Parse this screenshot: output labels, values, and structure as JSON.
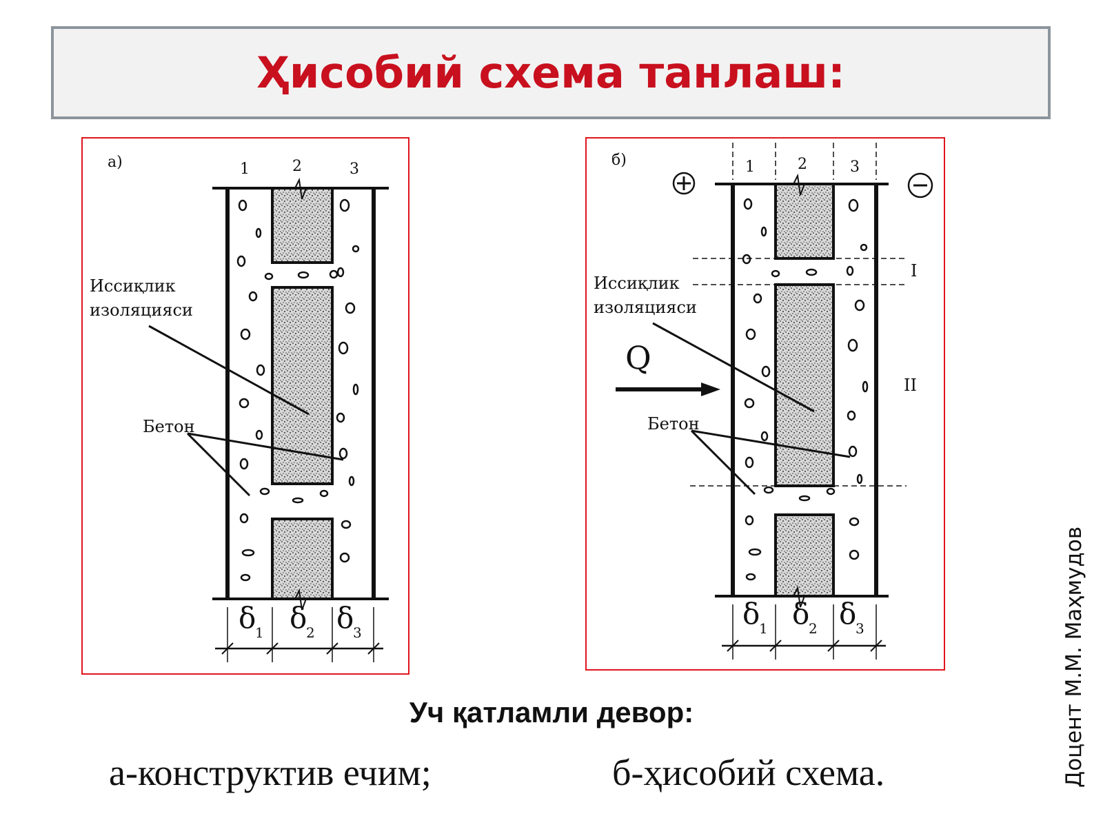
{
  "title": "Ҳисобий схема танлаш:",
  "colors": {
    "title": "#c8101e",
    "panel_border": "#e0141c",
    "title_box_border": "#8c949c",
    "title_box_fill": "#f2f2f2"
  },
  "diagram_a": {
    "label": "а)",
    "layer_numbers": [
      "1",
      "2",
      "3"
    ],
    "insulation_label": [
      "Иссиқлик",
      "изоляцияси"
    ],
    "concrete_label": "Бетон",
    "thickness_labels": [
      {
        "symbol": "δ",
        "sub": "1"
      },
      {
        "symbol": "δ",
        "sub": "2"
      },
      {
        "symbol": "δ",
        "sub": "3"
      }
    ]
  },
  "diagram_b": {
    "label": "б)",
    "layer_numbers": [
      "1",
      "2",
      "3"
    ],
    "plus_sign": "+",
    "minus_sign": "−",
    "heat_flow_label": "Q",
    "zone_labels": [
      "I",
      "II"
    ],
    "insulation_label": [
      "Иссиқлик",
      "изоляцияси"
    ],
    "concrete_label": "Бетон",
    "thickness_labels": [
      {
        "symbol": "δ",
        "sub": "1"
      },
      {
        "symbol": "δ",
        "sub": "2"
      },
      {
        "symbol": "δ",
        "sub": "3"
      }
    ]
  },
  "caption_heading": "Уч қатламли девор:",
  "caption_a": "а-конструктив ечим;",
  "caption_b": "б-ҳисобий схема.",
  "author": "Доцент М.М. Маҳмудов"
}
